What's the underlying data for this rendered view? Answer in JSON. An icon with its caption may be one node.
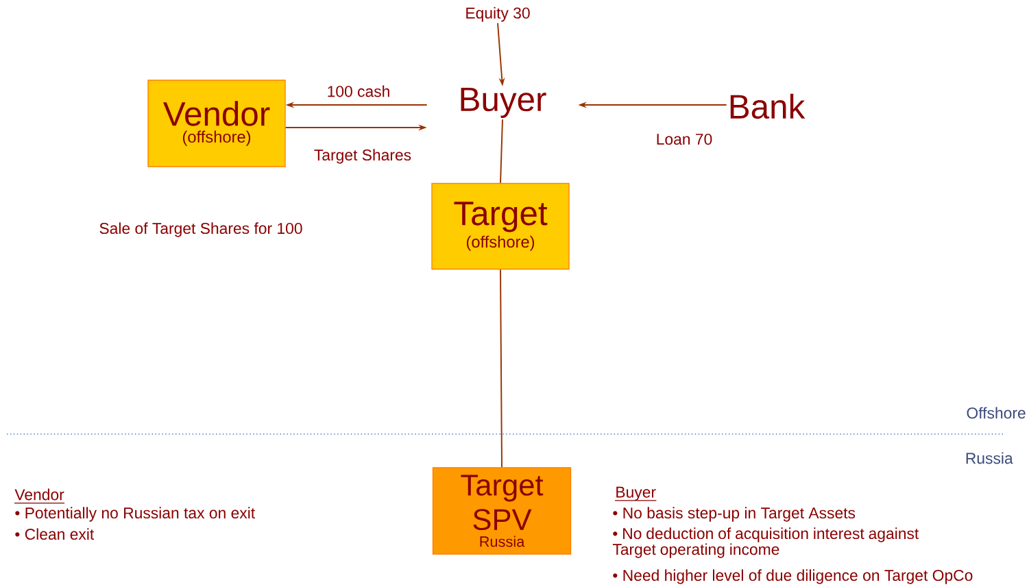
{
  "diagram": {
    "nodes": [
      {
        "text": [
          "Vendor",
          "(offshore)"
        ]
      },
      {
        "text": [
          "Buyer"
        ]
      },
      {
        "text": [
          "Bank"
        ]
      },
      {
        "text": [
          "Equity 30"
        ]
      },
      {
        "text": [
          "Target",
          "(offshore)"
        ]
      },
      {
        "text": [
          "Target SPV",
          "Russia"
        ]
      }
    ],
    "edges": [
      {
        "from": 3,
        "to": 1,
        "arrow": "to"
      },
      {
        "from": 1,
        "to": 0,
        "arrow": "to",
        "label": "100 cash"
      },
      {
        "from": 0,
        "to": 1,
        "arrow": "to",
        "label": "Target Shares"
      },
      {
        "from": 2,
        "to": 1,
        "arrow": "to",
        "label": "Loan 70"
      },
      {
        "from": 1,
        "to": 4,
        "arrow": "none"
      },
      {
        "from": 4,
        "to": 5,
        "arrow": "none"
      }
    ],
    "labels": [
      "Sale of Target Shares for 100",
      "Offshore",
      "Russia",
      "Vendor",
      "• Potentially no Russian tax on exit",
      "• Clean exit",
      "Buyer",
      "• No basis step-up in Target Assets",
      "• No deduction of acquisition interest against Target operating income",
      "• Need higher level of due diligence on Target OpCo"
    ]
  }
}
